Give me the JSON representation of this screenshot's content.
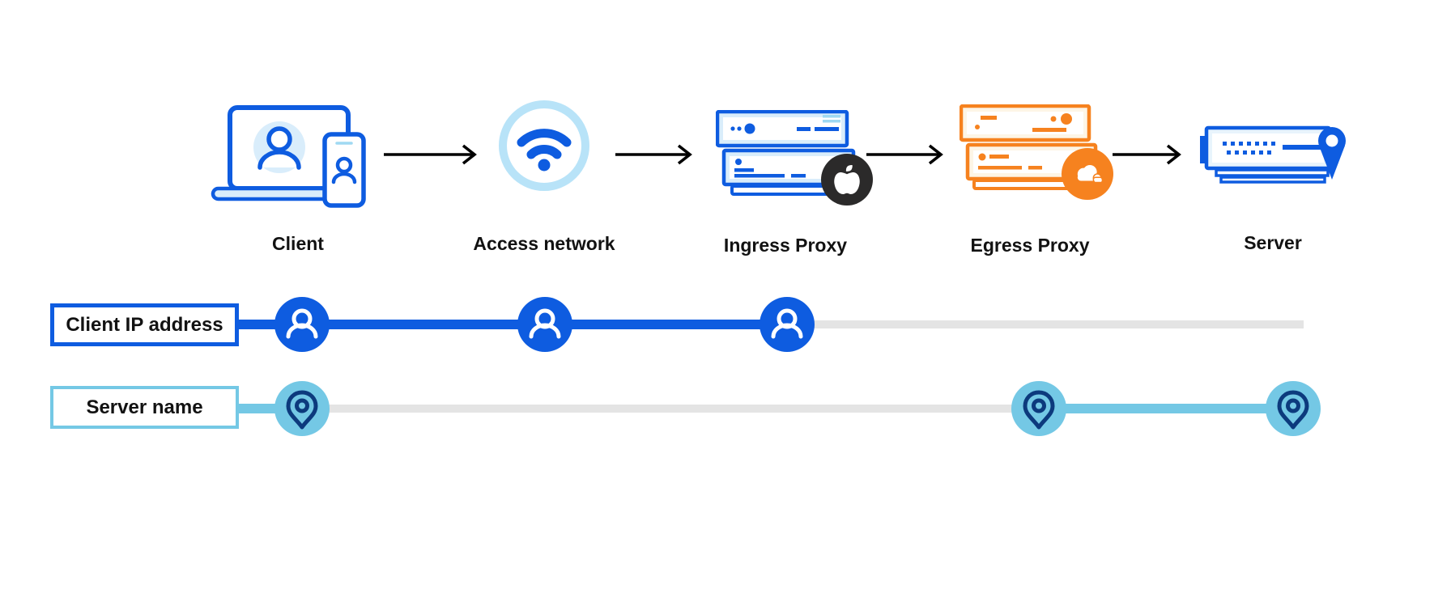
{
  "flow": {
    "nodes": [
      {
        "label": "Client",
        "icon": "laptop-phone-user-icon"
      },
      {
        "label": "Access network",
        "icon": "wifi-icon"
      },
      {
        "label": "Ingress Proxy",
        "icon": "server-stack-icon",
        "badge": "apple-logo-icon"
      },
      {
        "label": "Egress Proxy",
        "icon": "server-stack-icon",
        "badge": "cloudflare-logo-icon"
      },
      {
        "label": "Server",
        "icon": "server-location-pin-icon"
      }
    ],
    "arrow_icon": "right-arrow-icon"
  },
  "tracks": [
    {
      "label": "Client IP address",
      "marker_icon": "person-icon",
      "visible_at_nodes": [
        "Client",
        "Access network",
        "Ingress Proxy"
      ],
      "hidden_from_nodes": [
        "Egress Proxy",
        "Server"
      ]
    },
    {
      "label": "Server name",
      "marker_icon": "location-pin-icon",
      "visible_at_nodes": [
        "Client",
        "Egress Proxy",
        "Server"
      ],
      "hidden_from_nodes": [
        "Access network",
        "Ingress Proxy"
      ]
    }
  ],
  "colors": {
    "primary_blue": "#0e5ce0",
    "light_blue_fill": "#d9edfb",
    "pale_ring_blue": "#b8e3f8",
    "sky_blue": "#74c8e5",
    "navy_pin": "#0c3a7d",
    "orange": "#f6821f",
    "cream_fill": "#fdf5e6",
    "track_gray": "#e4e4e4",
    "badge_black": "#2b2a2a",
    "arrow_black": "#000000",
    "text_dark": "#121212"
  }
}
